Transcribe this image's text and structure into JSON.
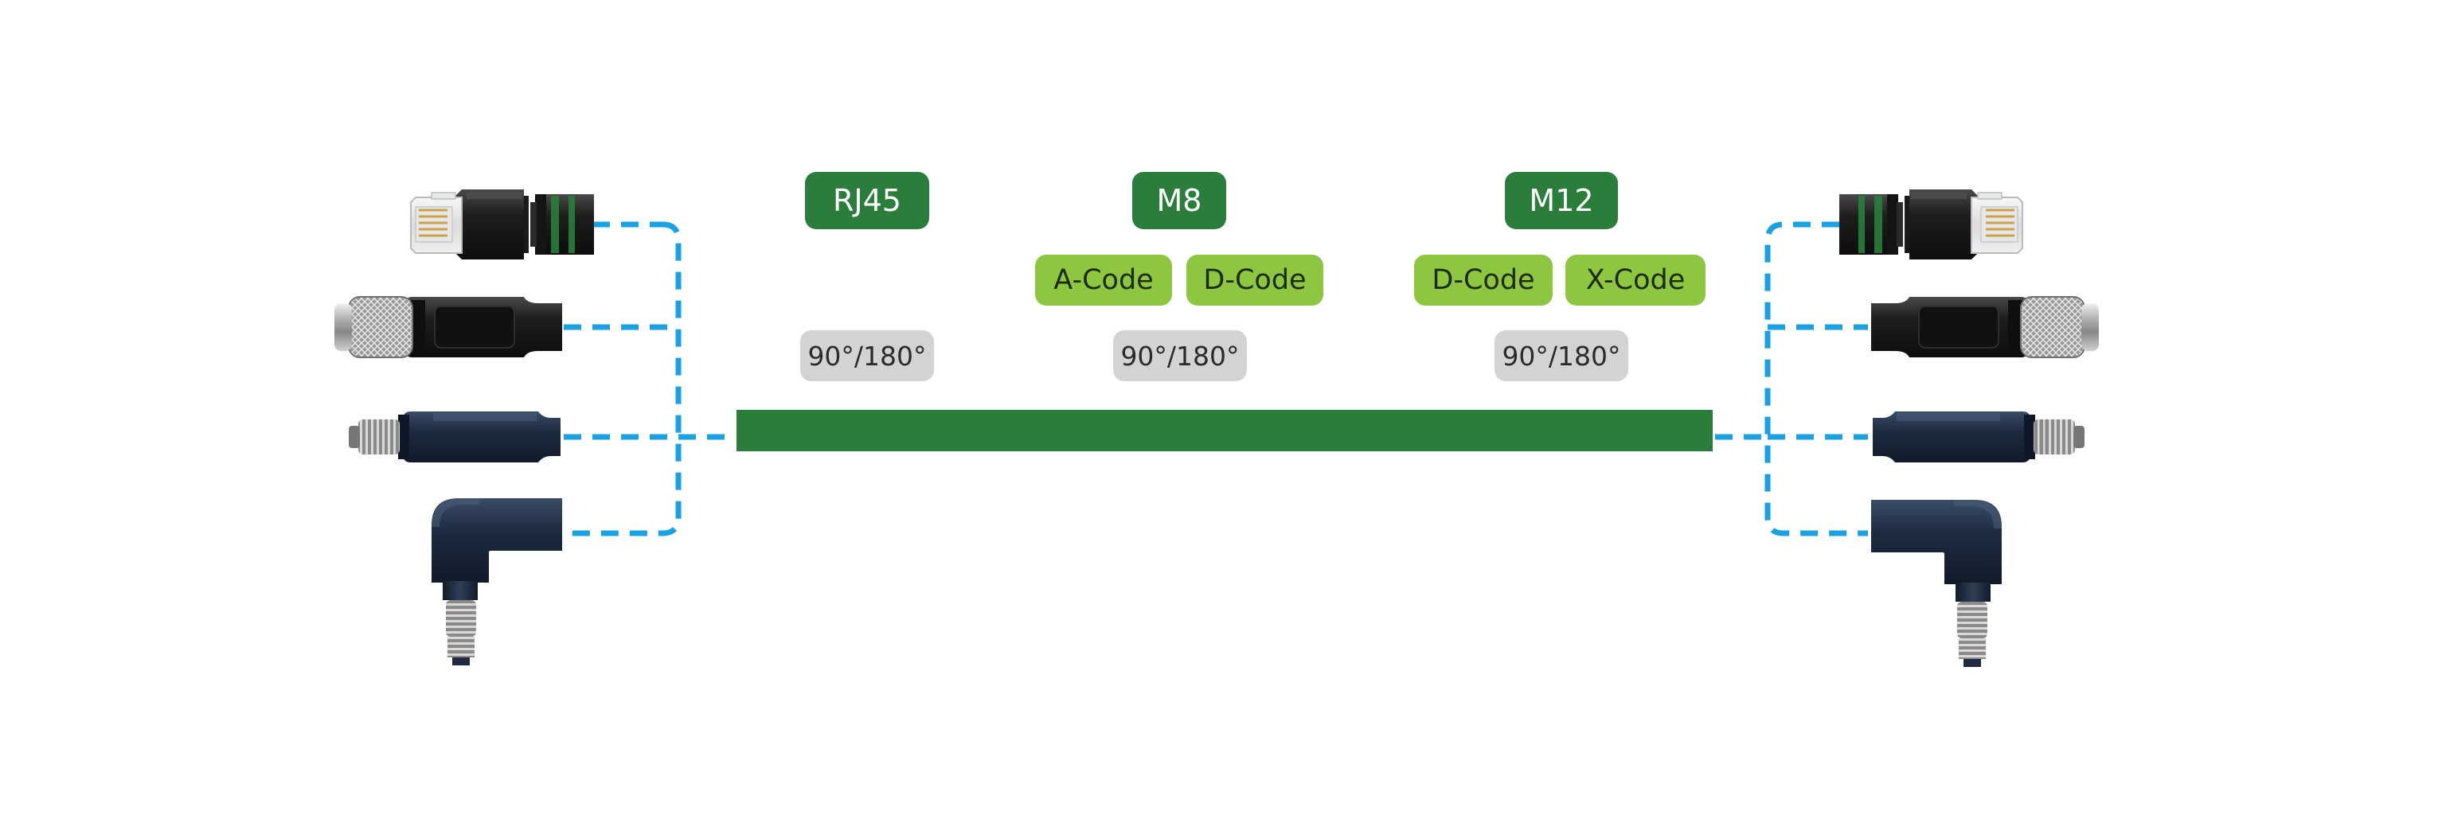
{
  "colors": {
    "cable": "#2a7d3b",
    "connector_line": "#1aa1e3",
    "badge_type": "#2a7d3b",
    "badge_code": "#8dc63f",
    "badge_angle": "#d3d3d3"
  },
  "columns": [
    {
      "type": "RJ45",
      "codes": [],
      "angle": "90°/180°"
    },
    {
      "type": "M8",
      "codes": [
        "A-Code",
        "D-Code"
      ],
      "angle": "90°/180°"
    },
    {
      "type": "M12",
      "codes": [
        "D-Code",
        "X-Code"
      ],
      "angle": "90°/180°"
    }
  ],
  "left_connectors": [
    "rj45-plug-icon",
    "m12-straight-connector-icon",
    "m8-straight-connector-icon",
    "m8-angled-connector-icon"
  ],
  "right_connectors": [
    "rj45-plug-icon",
    "m12-straight-connector-icon",
    "m8-straight-connector-icon",
    "m12-angled-connector-icon"
  ]
}
